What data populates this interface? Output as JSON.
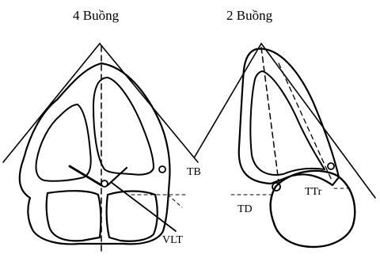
{
  "figure": {
    "panels": [
      {
        "title": "4 Buồng"
      },
      {
        "title": "2 Buồng"
      }
    ],
    "labels": {
      "tb": "TB",
      "vlt": "VLT",
      "td": "TD",
      "ttr": "TTr"
    }
  }
}
